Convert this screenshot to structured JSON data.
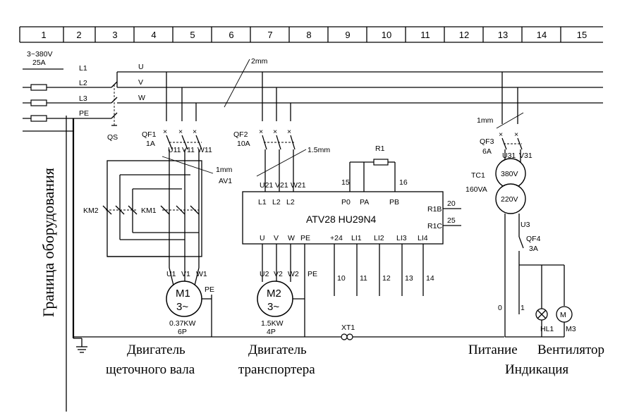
{
  "zones": [
    "1",
    "2",
    "3",
    "4",
    "5",
    "6",
    "7",
    "8",
    "9",
    "10",
    "11",
    "12",
    "13",
    "14",
    "15"
  ],
  "supply": {
    "line1": "3~380V",
    "line2": "25A"
  },
  "bus": {
    "L1": "L1",
    "L2": "L2",
    "L3": "L3",
    "PE": "PE",
    "U": "U",
    "V": "V",
    "W": "W",
    "QS": "QS"
  },
  "wire_sizes": {
    "main": "2mm",
    "qf2": "1.5mm",
    "qf1": "1mm",
    "qf3": "1mm"
  },
  "qf1": {
    "name": "QF1",
    "rating": "1A",
    "t1": "U11",
    "t2": "V11",
    "t3": "W11"
  },
  "av1": "AV1",
  "km2": "KM2",
  "km1": "KM1",
  "m1": {
    "name": "M1",
    "type": "3~",
    "t1": "U1",
    "t2": "V1",
    "t3": "W1",
    "pe": "PE",
    "power": "0.37KW",
    "poles": "6P"
  },
  "qf2": {
    "name": "QF2",
    "rating": "10A",
    "t1": "U21",
    "t2": "V21",
    "t3": "W21"
  },
  "r1": "R1",
  "vfd": {
    "model": "ATV28  HU29N4",
    "in1": "L1",
    "in2": "L2",
    "in3": "L2",
    "out1": "U",
    "out2": "V",
    "out3": "W",
    "out_pe": "PE",
    "p0": "P0",
    "pa": "PA",
    "pb": "PB",
    "w15": "15",
    "w16": "16",
    "plus24": "+24",
    "li1": "LI1",
    "li2": "LI2",
    "li3": "LI3",
    "li4": "LI4",
    "r1b": "R1B",
    "r1c": "R1C",
    "w20": "20",
    "w25": "25"
  },
  "m2": {
    "name": "M2",
    "type": "3~",
    "t1": "U2",
    "t2": "V2",
    "t3": "W2",
    "pe": "PE",
    "power": "1.5KW",
    "poles": "4P"
  },
  "ctrl_wires": {
    "w10": "10",
    "w11": "11",
    "w12": "12",
    "w13": "13",
    "w14": "14"
  },
  "xt1": "XT1",
  "qf3": {
    "name": "QF3",
    "rating": "6A",
    "t1": "U31",
    "t2": "V31"
  },
  "tc1": {
    "name": "TC1",
    "rating": "160VA",
    "v1": "380V",
    "v2": "220V"
  },
  "u3": "U3",
  "qf4": {
    "name": "QF4",
    "rating": "3A"
  },
  "aux": {
    "w0": "0",
    "w1": "1",
    "hl1": "HL1",
    "m3": "M3",
    "m3_sym": "M"
  },
  "captions": {
    "motor1_a": "Двигатель",
    "motor1_b": "щеточного вала",
    "motor2_a": "Двигатель",
    "motor2_b": "транспортера",
    "supply": "Питание",
    "fan": "Вентилятор",
    "indication": "Индикация"
  },
  "boundary": "Граница оборудования"
}
